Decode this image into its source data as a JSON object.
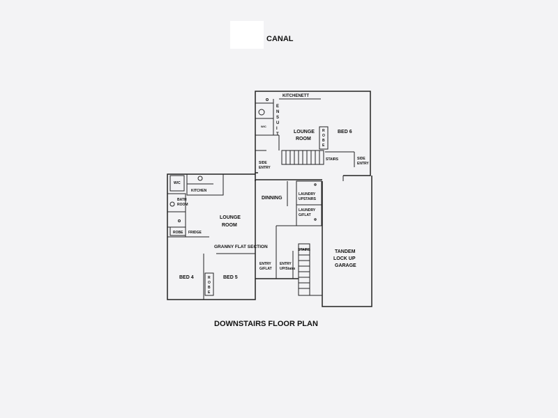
{
  "header": {
    "title": "CANAL"
  },
  "footer": {
    "title": "DOWNSTAIRS FLOOR PLAN"
  },
  "rooms": {
    "kitchenett": "KITCHENETT",
    "ensuite": "ENSUITE",
    "lounge_upper_1": "LOUNGE",
    "lounge_upper_2": "ROOM",
    "bed6": "BED 6",
    "robe_upper": "ROBE",
    "stairs_upper": "STAIRS",
    "side_entry_left_1": "SIDE",
    "side_entry_left_2": "ENTRY",
    "side_entry_right_1": "SIDE",
    "side_entry_right_2": "ENTRY",
    "wc": "W/C",
    "wc_small": "W/C",
    "kitchen": "KITCHEN",
    "bathroom_1": "BATH",
    "bathroom_2": "ROOM",
    "lounge_flat_1": "LOUNGE",
    "lounge_flat_2": "ROOM",
    "robe_flat": "ROBE",
    "fridge": "FRIDGE",
    "dinning": "DINNING",
    "laundry_upstairs_1": "LAUNDRY",
    "laundry_upstairs_2": "UPSTAIRS",
    "laundry_gflat_1": "LAUNDRY",
    "laundry_gflat_2": "G/FLAT",
    "granny_flat_section": "GRANNY FLAT SECTION",
    "bed4": "BED 4",
    "bed5": "BED 5",
    "robe_lower": "ROBE",
    "entry_gflat_1": "ENTRY",
    "entry_gflat_2": "G/FLAT",
    "entry_upstairs_1": "ENTRY",
    "entry_upstairs_2": "UP/Stairs",
    "stairs_lower": "STAIRS",
    "garage_1": "TANDEM",
    "garage_2": "LOCK UP",
    "garage_3": "GARAGE"
  }
}
